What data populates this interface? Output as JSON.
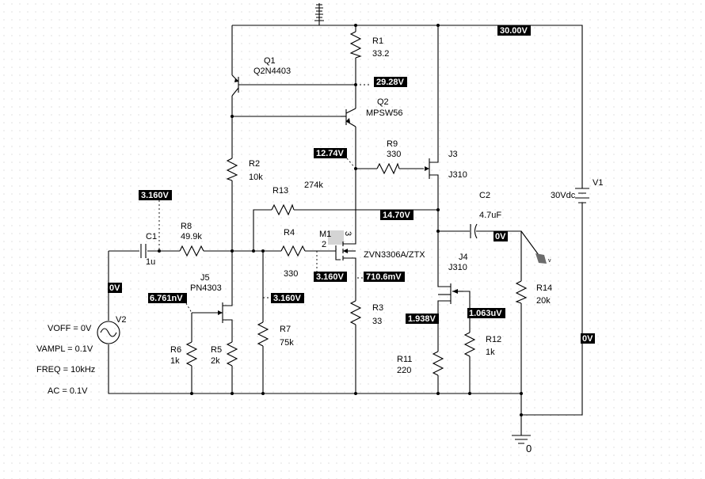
{
  "components": {
    "R1": {
      "ref": "R1",
      "value": "33.2"
    },
    "R2": {
      "ref": "R2",
      "value": "10k"
    },
    "R3": {
      "ref": "R3",
      "value": "33"
    },
    "R4": {
      "ref": "R4",
      "value": "330"
    },
    "R5": {
      "ref": "R5",
      "value": "2k"
    },
    "R6": {
      "ref": "R6",
      "value": "1k"
    },
    "R7": {
      "ref": "R7",
      "value": "75k"
    },
    "R8": {
      "ref": "R8",
      "value": "49.9k"
    },
    "R9": {
      "ref": "R9",
      "value": "330"
    },
    "R11": {
      "ref": "R11",
      "value": "220"
    },
    "R12": {
      "ref": "R12",
      "value": "1k"
    },
    "R13": {
      "ref": "R13",
      "value": "274k"
    },
    "R14": {
      "ref": "R14",
      "value": "20k"
    },
    "C1": {
      "ref": "C1",
      "value": "1u"
    },
    "C2": {
      "ref": "C2",
      "value": "4.7uF"
    },
    "Q1": {
      "ref": "Q1",
      "value": "Q2N4403"
    },
    "Q2": {
      "ref": "Q2",
      "value": "MPSW56"
    },
    "J3": {
      "ref": "J3",
      "value": "J310"
    },
    "J4": {
      "ref": "J4",
      "value": "J310"
    },
    "J5": {
      "ref": "J5",
      "value": "PN4303"
    },
    "M1": {
      "ref": "M1",
      "value": "ZVN3306A/ZTX",
      "pin_gate": "2",
      "pin_drain": "3"
    },
    "V1": {
      "ref": "V1",
      "value": "30Vdc"
    },
    "V2": {
      "ref": "V2",
      "params": [
        "VOFF = 0V",
        "VAMPL = 0.1V",
        "FREQ = 10kHz",
        "AC = 0.1V"
      ]
    },
    "GND": {
      "label": "0"
    }
  },
  "probes": [
    {
      "id": "p-supply",
      "text": "30.00V"
    },
    {
      "id": "p-q1-collector",
      "text": "29.28V"
    },
    {
      "id": "p-q2-collector",
      "text": "12.74V"
    },
    {
      "id": "p-r13-node",
      "text": "14.70V"
    },
    {
      "id": "p-input-node",
      "text": "3.160V"
    },
    {
      "id": "p-c2-out",
      "text": "0V"
    },
    {
      "id": "p-v2",
      "text": "0V"
    },
    {
      "id": "p-j5-gate",
      "text": "6.761nV"
    },
    {
      "id": "p-r7-node",
      "text": "3.160V"
    },
    {
      "id": "p-m1-gate",
      "text": "3.160V"
    },
    {
      "id": "p-m1-source",
      "text": "710.6mV"
    },
    {
      "id": "p-j4-source",
      "text": "1.938V"
    },
    {
      "id": "p-j4-gate",
      "text": "1.063uV"
    },
    {
      "id": "p-v1-minus",
      "text": "0V"
    }
  ]
}
